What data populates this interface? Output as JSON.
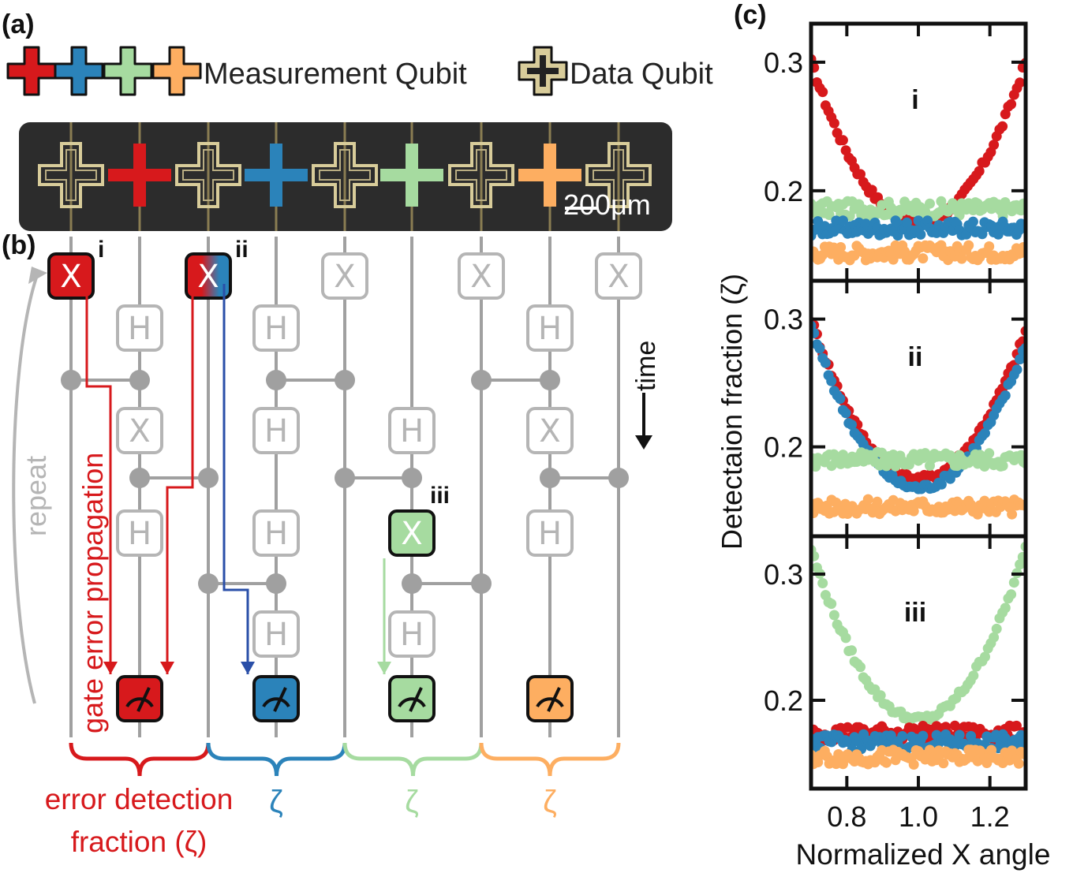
{
  "panels": {
    "a": "(a)",
    "b": "(b)",
    "c": "(c)"
  },
  "legend": {
    "measurement_label": "Measurement Qubit",
    "data_label": "Data Qubit"
  },
  "chip": {
    "scale_label": "200μm"
  },
  "circuit": {
    "gate_x": "X",
    "gate_h": "H",
    "marker_i": "i",
    "marker_ii": "ii",
    "marker_iii": "iii",
    "time_label": "time",
    "repeat_label": "repeat",
    "propagation_label": "gate error propagation",
    "detection_label_line1": "error detection",
    "detection_label_line2": "fraction (ζ)",
    "zeta": "ζ"
  },
  "colors": {
    "red": "#d7191c",
    "blue": "#2b83ba",
    "green": "#a6dba0",
    "orange": "#fdae61",
    "gray": "#a0a0a0",
    "chip_bg": "#2c2c2c",
    "data_qubit": "#d8cc9a",
    "prop_blue": "#2a4fa8"
  },
  "plot": {
    "ylabel": "Detectaion fraction (ζ)",
    "xlabel": "Normalized X angle",
    "xticks": [
      "0.8",
      "1.0",
      "1.2"
    ],
    "subplots": [
      {
        "label": "i",
        "yticks": [
          "0.3",
          "0.2"
        ]
      },
      {
        "label": "ii",
        "yticks": [
          "0.3",
          "0.2"
        ]
      },
      {
        "label": "iii",
        "yticks": [
          "0.3",
          "0.2"
        ]
      }
    ]
  },
  "chart_data": {
    "type": "scatter",
    "xlabel": "Normalized X angle",
    "ylabel": "Detectaion fraction (ζ)",
    "xlim": [
      0.7,
      1.3
    ],
    "ylim": [
      0.13,
      0.33
    ],
    "panels": [
      {
        "label": "i",
        "series": [
          {
            "color": "red",
            "shape": "parabola",
            "x": [
              0.7,
              1.0,
              1.3
            ],
            "y": [
              0.3,
              0.175,
              0.3
            ]
          },
          {
            "color": "green",
            "shape": "flat",
            "y": 0.186
          },
          {
            "color": "blue",
            "shape": "flat",
            "y": 0.171
          },
          {
            "color": "orange",
            "shape": "flat",
            "y": 0.152
          }
        ]
      },
      {
        "label": "ii",
        "series": [
          {
            "color": "red",
            "shape": "parabola",
            "x": [
              0.7,
              1.0,
              1.3
            ],
            "y": [
              0.3,
              0.175,
              0.29
            ]
          },
          {
            "color": "blue",
            "shape": "parabola",
            "x": [
              0.7,
              1.0,
              1.3
            ],
            "y": [
              0.295,
              0.168,
              0.28
            ]
          },
          {
            "color": "green",
            "shape": "flat",
            "y": 0.19
          },
          {
            "color": "orange",
            "shape": "flat",
            "y": 0.153
          }
        ]
      },
      {
        "label": "iii",
        "series": [
          {
            "color": "green",
            "shape": "parabola",
            "x": [
              0.7,
              1.0,
              1.3
            ],
            "y": [
              0.32,
              0.185,
              0.32
            ]
          },
          {
            "color": "red",
            "shape": "flat",
            "y": 0.174
          },
          {
            "color": "blue",
            "shape": "flat",
            "y": 0.167
          },
          {
            "color": "orange",
            "shape": "flat",
            "y": 0.155
          }
        ]
      }
    ]
  }
}
